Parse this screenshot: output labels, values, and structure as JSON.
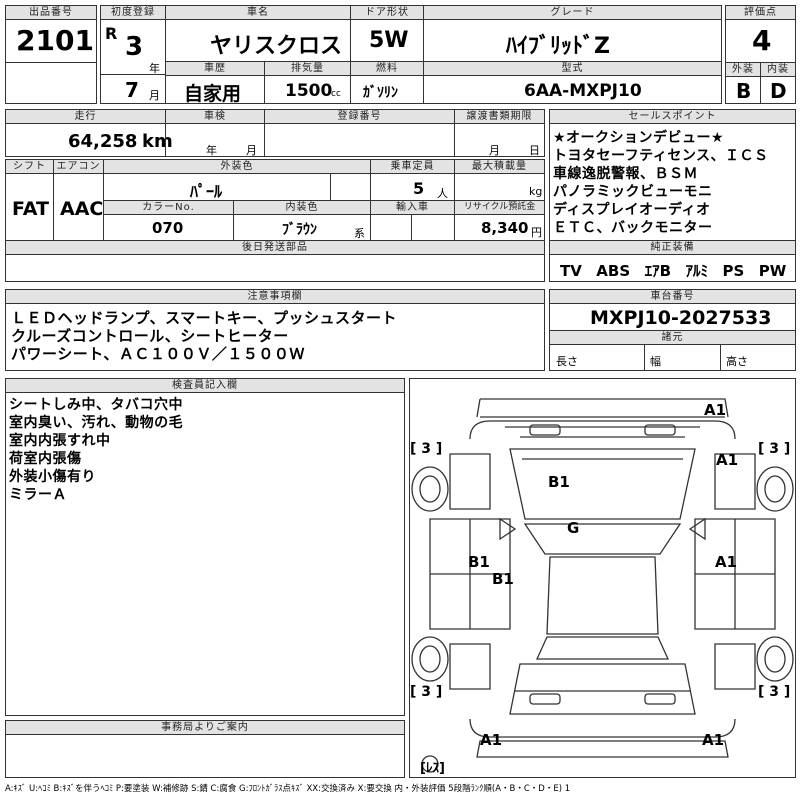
{
  "header": {
    "lot_label": "出品番号",
    "lot": "2101",
    "reg_label": "初度登録",
    "era": "R",
    "year": "3",
    "year_unit": "年",
    "month": "7",
    "month_unit": "月",
    "name_label": "車名",
    "name": "ヤリスクロス",
    "door_label": "ドア形状",
    "door": "5W",
    "grade_label": "グレード",
    "grade": "ﾊｲﾌﾞﾘｯﾄﾞZ",
    "score_label": "評価点",
    "score": "4",
    "history_label": "車歴",
    "history": "自家用",
    "cc_label": "排気量",
    "cc": "1500",
    "cc_unit": "cc",
    "fuel_label": "燃料",
    "fuel": "ｶﾞｿﾘﾝ",
    "model_label": "型式",
    "model": "6AA-MXPJ10",
    "ext_label": "外装",
    "ext": "B",
    "int_label": "内装",
    "int": "D"
  },
  "row2": {
    "mileage_label": "走行",
    "mileage": "64,258",
    "mileage_unit": "km",
    "inspect_label": "車検",
    "year_unit": "年",
    "month_unit": "月",
    "plate_label": "登録番号",
    "transfer_label": "譲渡書類期限",
    "t_month": "月",
    "t_day": "日",
    "shift_label": "シフト",
    "shift": "FAT",
    "ac_label": "エアコン",
    "ac": "AAC",
    "color_label": "外装色",
    "color": "ﾊﾟｰﾙ",
    "seats_label": "乗車定員",
    "seats": "5",
    "seats_unit": "人",
    "load_label": "最大積載量",
    "load_unit": "kg",
    "colorno_label": "カラーNo.",
    "colorno": "070",
    "intcolor_label": "内装色",
    "intcolor": "ﾌﾞﾗｳﾝ",
    "intcolor_unit": "系",
    "import_label": "輸入車",
    "recycle_label": "リサイクル預託金",
    "recycle": "8,340",
    "recycle_unit": "円",
    "later_label": "後日発送部品"
  },
  "sales": {
    "label": "セールスポイント",
    "items": [
      "★オークションデビュー★",
      "トヨタセーフティセンス、ＩＣＳ",
      "車線逸脱警報、ＢＳＭ",
      "パノラミックビューモニ",
      "ディスプレイオーディオ",
      "ＥＴＣ、バックモニター"
    ]
  },
  "equip": {
    "label": "純正装備",
    "items": [
      "TV",
      "ABS",
      "ｴｱB",
      "ｱﾙﾐ",
      "PS",
      "PW"
    ]
  },
  "notes": {
    "label": "注意事項欄",
    "lines": [
      "ＬＥＤヘッドランプ、スマートキー、プッシュスタート",
      "クルーズコントロール、シートヒーター",
      "パワーシート、ＡＣ１００Ｖ／１５００Ｗ"
    ]
  },
  "chassis": {
    "label": "車台番号",
    "value": "MXPJ10-2027533",
    "spec_label": "諸元",
    "len": "長さ",
    "wid": "幅",
    "hei": "高さ"
  },
  "inspector": {
    "label": "検査員記入欄",
    "lines": [
      "シートしみ中、タバコ穴中",
      "室内臭い、汚れ、動物の毛",
      "室内内張すれ中",
      "荷室内張傷",
      "外装小傷有り",
      "ミラーＡ"
    ]
  },
  "office": {
    "label": "事務局よりご案内"
  },
  "diagram": {
    "marks": {
      "a1_top": "A1",
      "a1_fr": "A1",
      "b1_hood": "B1",
      "g": "G",
      "b1_side": "B1",
      "b1_side2": "B1",
      "a1_side": "A1",
      "a1_bl": "A1",
      "a1_br": "A1"
    },
    "tires": {
      "fl": "[ 3 ]",
      "fr": "[ 3 ]",
      "rl": "[ 3 ]",
      "rr": "[ 3 ]",
      "spare": "[ﾚｽ]"
    }
  },
  "legend": "A:ｷｽﾞ U:ﾍｺﾐ B:ｷｽﾞを伴うﾍｺﾐ P:要塗装 W:補修跡 S:錆 C:腐食 G:ﾌﾛﾝﾄｶﾞﾗｽ点ｷｽﾞ XX:交換済み X:要交換 内・外装評価 5段階ﾗﾝｸ順(A・B・C・D・E) 1"
}
